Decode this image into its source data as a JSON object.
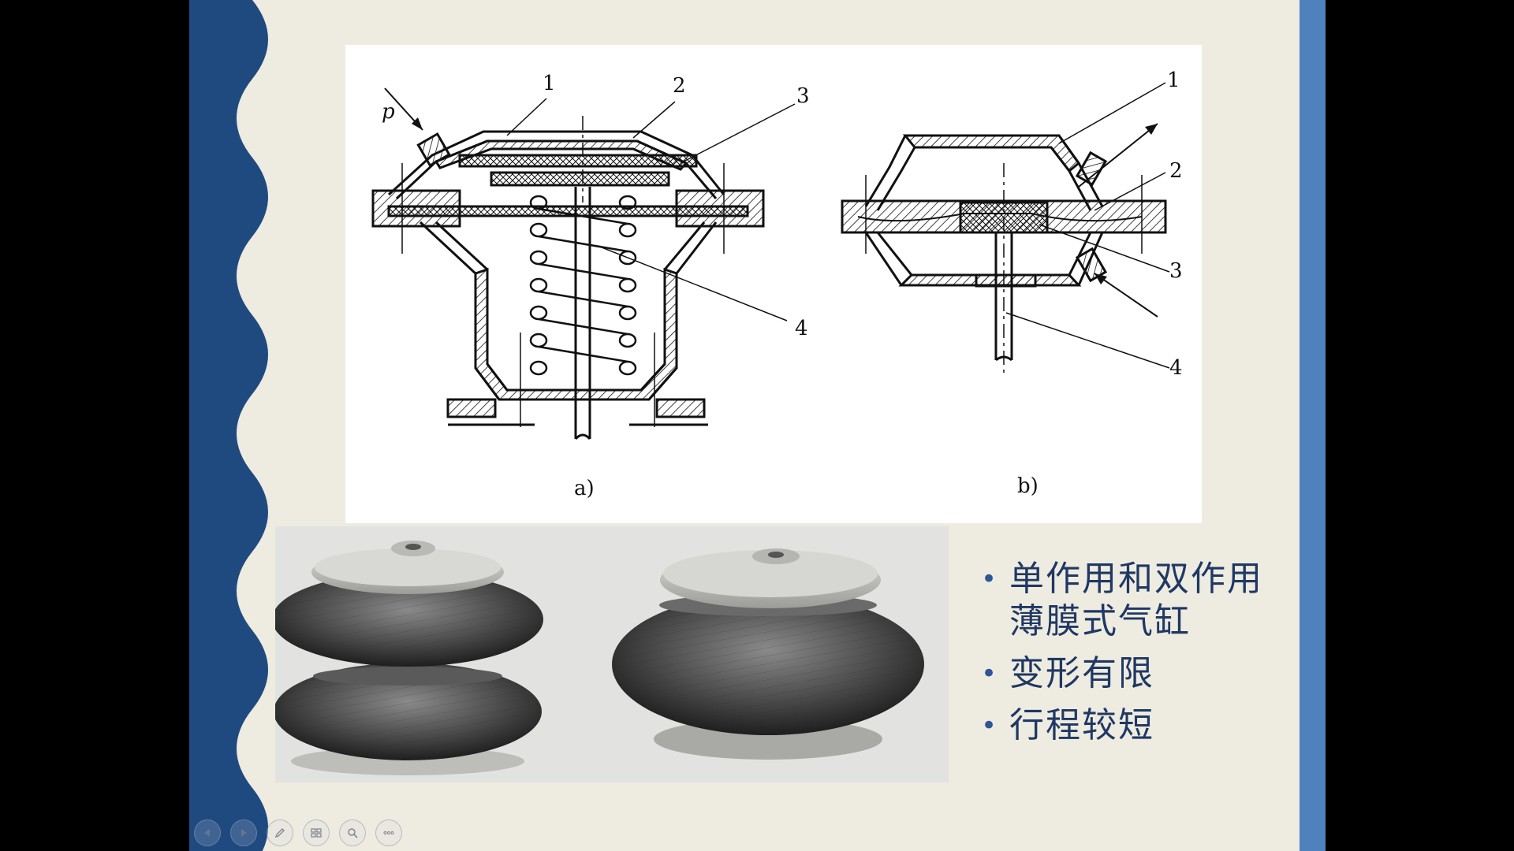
{
  "diagram": {
    "panel_a_label": "a)",
    "panel_b_label": "b)",
    "pressure_symbol": "p",
    "part_numbers": [
      "1",
      "2",
      "3",
      "4"
    ]
  },
  "bullets": [
    "单作用和双作用薄膜式气缸",
    "变形有限",
    "行程较短"
  ],
  "nav_icons": [
    "prev-icon",
    "next-icon",
    "pen-icon",
    "slides-icon",
    "zoom-icon",
    "more-icon"
  ],
  "colors": {
    "slide_background": "#eeebe0",
    "left_band": "#1f4a80",
    "right_band": "#4f81bd",
    "bullet_text": "#1f3864"
  }
}
